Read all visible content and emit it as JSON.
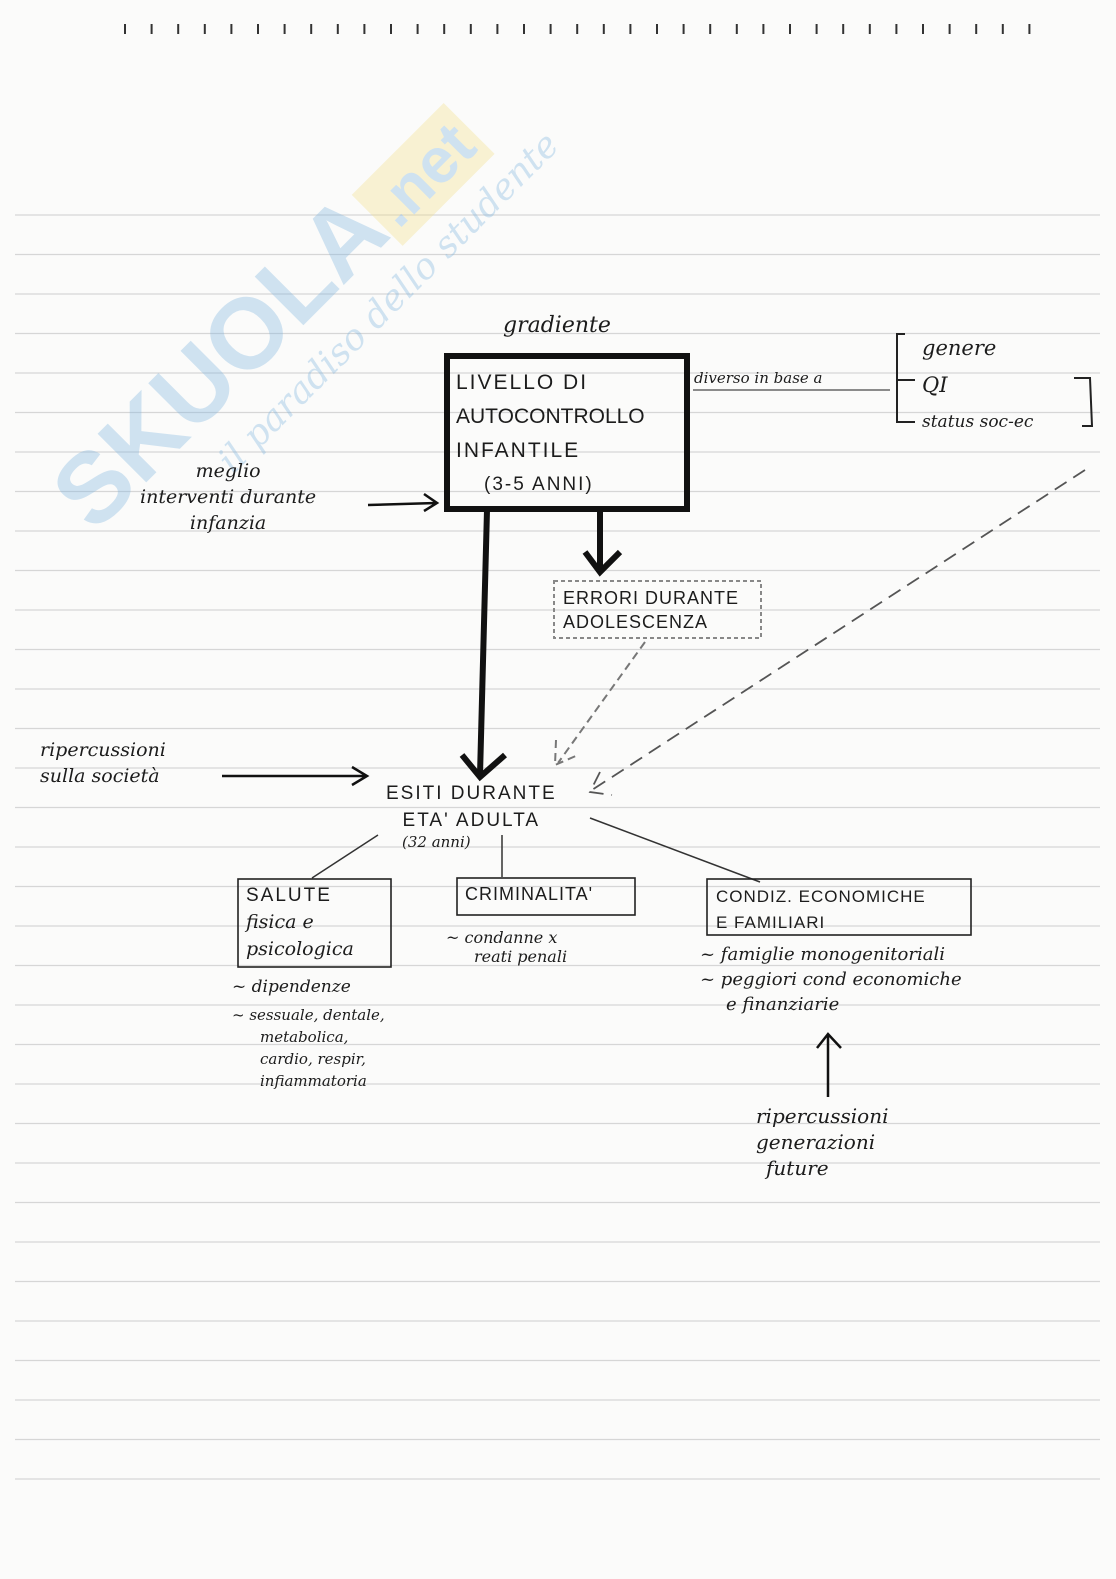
{
  "watermark": {
    "brand": "SKUOLA",
    "tld": ".net",
    "tagline": "il paradiso dello studente"
  },
  "main_node": {
    "label": "gradiente",
    "lines": [
      "LIVELLO DI",
      "AUTOCONTROLLO",
      "INFANTILE",
      "(3-5 ANNI)"
    ]
  },
  "variation": {
    "label": "diverso in base a",
    "items": [
      "genere",
      "QI",
      "status soc-ec"
    ]
  },
  "left_note": {
    "lines": [
      "meglio",
      "interventi durante",
      "infanzia"
    ]
  },
  "errors_node": {
    "lines": [
      "ERRORI DURANTE",
      "ADOLESCENZA"
    ]
  },
  "society_note": {
    "lines": [
      "ripercussioni",
      "sulla società"
    ]
  },
  "outcome_node": {
    "lines": [
      "ESITI DURANTE",
      "ETA' ADULTA"
    ],
    "age": "(32 anni)"
  },
  "outcomes": [
    {
      "title_lines": [
        "SALUTE",
        "fisica e",
        "psicologica"
      ],
      "bullets": [
        "~ dipendenze",
        "~ sessuale, dentale,",
        "metabolica,",
        "cardio, respir,",
        "infiammatoria"
      ]
    },
    {
      "title_lines": [
        "CRIMINALITA'"
      ],
      "bullets": [
        "~ condanne x",
        "reati penali"
      ]
    },
    {
      "title_lines": [
        "CONDIZ. ECONOMICHE",
        "E FAMILIARI"
      ],
      "bullets": [
        "~ famiglie monogenitoriali",
        "~ peggiori cond economiche",
        "e finanziarie"
      ]
    }
  ],
  "future_note": {
    "lines": [
      "ripercussioni",
      "generazioni",
      "future"
    ]
  }
}
